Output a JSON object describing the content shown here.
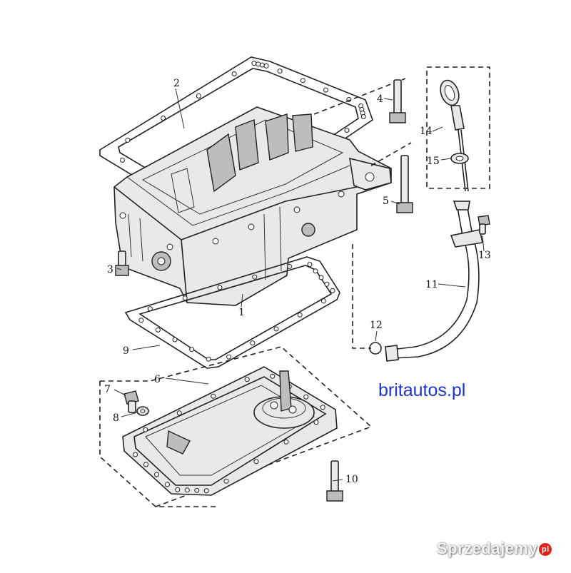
{
  "site_label": "britautos.pl",
  "watermark": {
    "text": "Sprzedajemy",
    "badge": "pl"
  },
  "parts": [
    {
      "id": "1",
      "label": "1"
    },
    {
      "id": "2",
      "label": "2"
    },
    {
      "id": "3",
      "label": "3"
    },
    {
      "id": "4",
      "label": "4"
    },
    {
      "id": "5",
      "label": "5"
    },
    {
      "id": "6",
      "label": "6"
    },
    {
      "id": "7",
      "label": "7"
    },
    {
      "id": "8",
      "label": "8"
    },
    {
      "id": "9",
      "label": "9"
    },
    {
      "id": "10",
      "label": "10"
    },
    {
      "id": "11",
      "label": "11"
    },
    {
      "id": "12",
      "label": "12"
    },
    {
      "id": "13",
      "label": "13"
    },
    {
      "id": "14",
      "label": "14"
    },
    {
      "id": "15",
      "label": "15"
    }
  ],
  "colors": {
    "site_label": "#1f33c7",
    "watermark_badge": "#e0241b"
  }
}
